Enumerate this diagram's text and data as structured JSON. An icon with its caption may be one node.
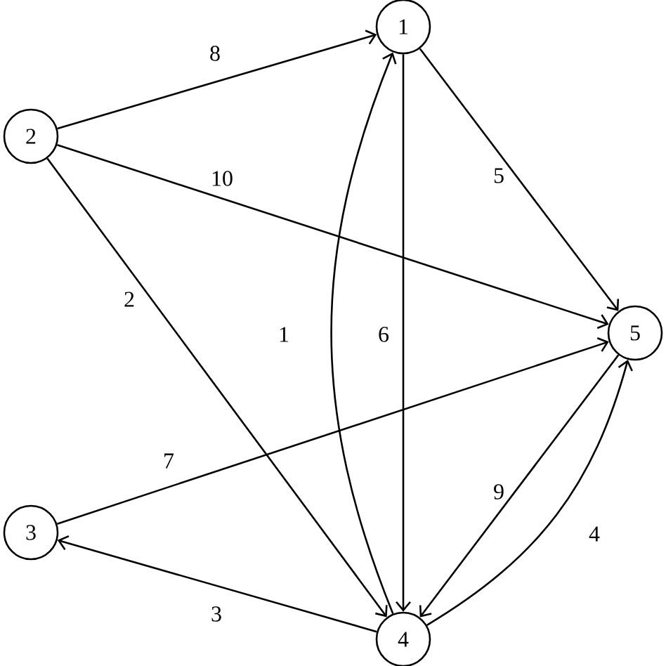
{
  "diagram": {
    "nodes": [
      {
        "text": [
          "1"
        ]
      },
      {
        "text": [
          "2"
        ]
      },
      {
        "text": [
          "3"
        ]
      },
      {
        "text": [
          "4"
        ]
      },
      {
        "text": [
          "5"
        ]
      }
    ],
    "edges": [
      {
        "from": 1,
        "to": 0,
        "arrow": "to",
        "label": "8"
      },
      {
        "from": 1,
        "to": 4,
        "arrow": "to",
        "label": "10"
      },
      {
        "from": 1,
        "to": 3,
        "arrow": "to",
        "label": "2"
      },
      {
        "from": 3,
        "to": 0,
        "arrow": "to",
        "label": "1"
      },
      {
        "from": 0,
        "to": 3,
        "arrow": "to",
        "label": "6"
      },
      {
        "from": 0,
        "to": 4,
        "arrow": "to",
        "label": "5"
      },
      {
        "from": 2,
        "to": 4,
        "arrow": "to",
        "label": "7"
      },
      {
        "from": 4,
        "to": 3,
        "arrow": "to",
        "label": "9"
      },
      {
        "from": 3,
        "to": 4,
        "arrow": "to",
        "label": "4"
      },
      {
        "from": 3,
        "to": 2,
        "arrow": "to",
        "label": "3"
      }
    ]
  }
}
